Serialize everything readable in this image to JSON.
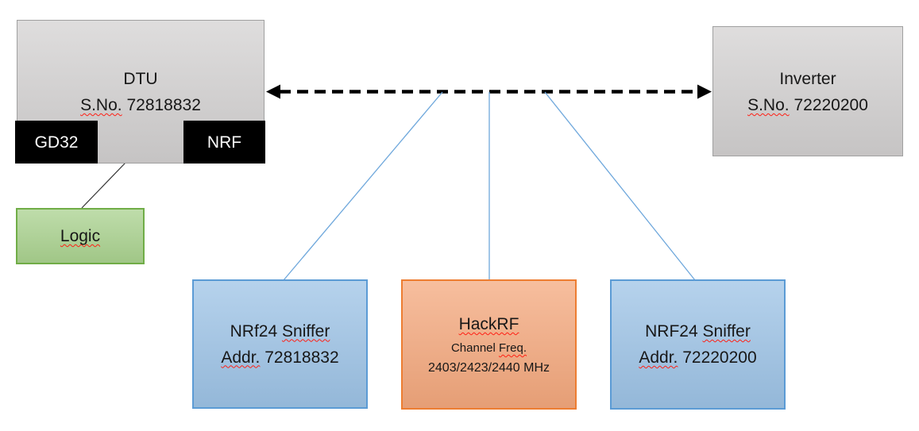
{
  "colors": {
    "gray_fill": "#d2d0d0",
    "gray_border": "#a0a0a0",
    "black_fill": "#000000",
    "green_fill": "#a9d18e",
    "green_border": "#70ad47",
    "blue_fill": "#9dc3e6",
    "blue_border": "#5b9bd5",
    "orange_fill": "#f4a87d",
    "orange_border": "#ed7d31",
    "connector_blue": "#6fa8dc",
    "squiggle_red": "#ff1f14"
  },
  "nodes": {
    "dtu": {
      "title": "DTU",
      "sn_label": "S.No.",
      "sn_value": "72818832"
    },
    "gd32": {
      "label": "GD32"
    },
    "nrf": {
      "label": "NRF"
    },
    "logic": {
      "label": "Logic"
    },
    "inverter": {
      "title": "Inverter",
      "sn_label": "S.No.",
      "sn_value": "72220200"
    },
    "sniffer_left": {
      "name_prefix": "NRf24",
      "name_word": "Sniffer",
      "addr_label": "Addr.",
      "addr_value": "72818832"
    },
    "hackrf": {
      "title": "HackRF",
      "freq_prefix": "Channel",
      "freq_word": "Freq.",
      "freq_values": "2403/2423/2440 MHz"
    },
    "sniffer_right": {
      "name_prefix": "NRF24",
      "name_word": "Sniffer",
      "addr_label": "Addr.",
      "addr_value": "72220200"
    }
  }
}
